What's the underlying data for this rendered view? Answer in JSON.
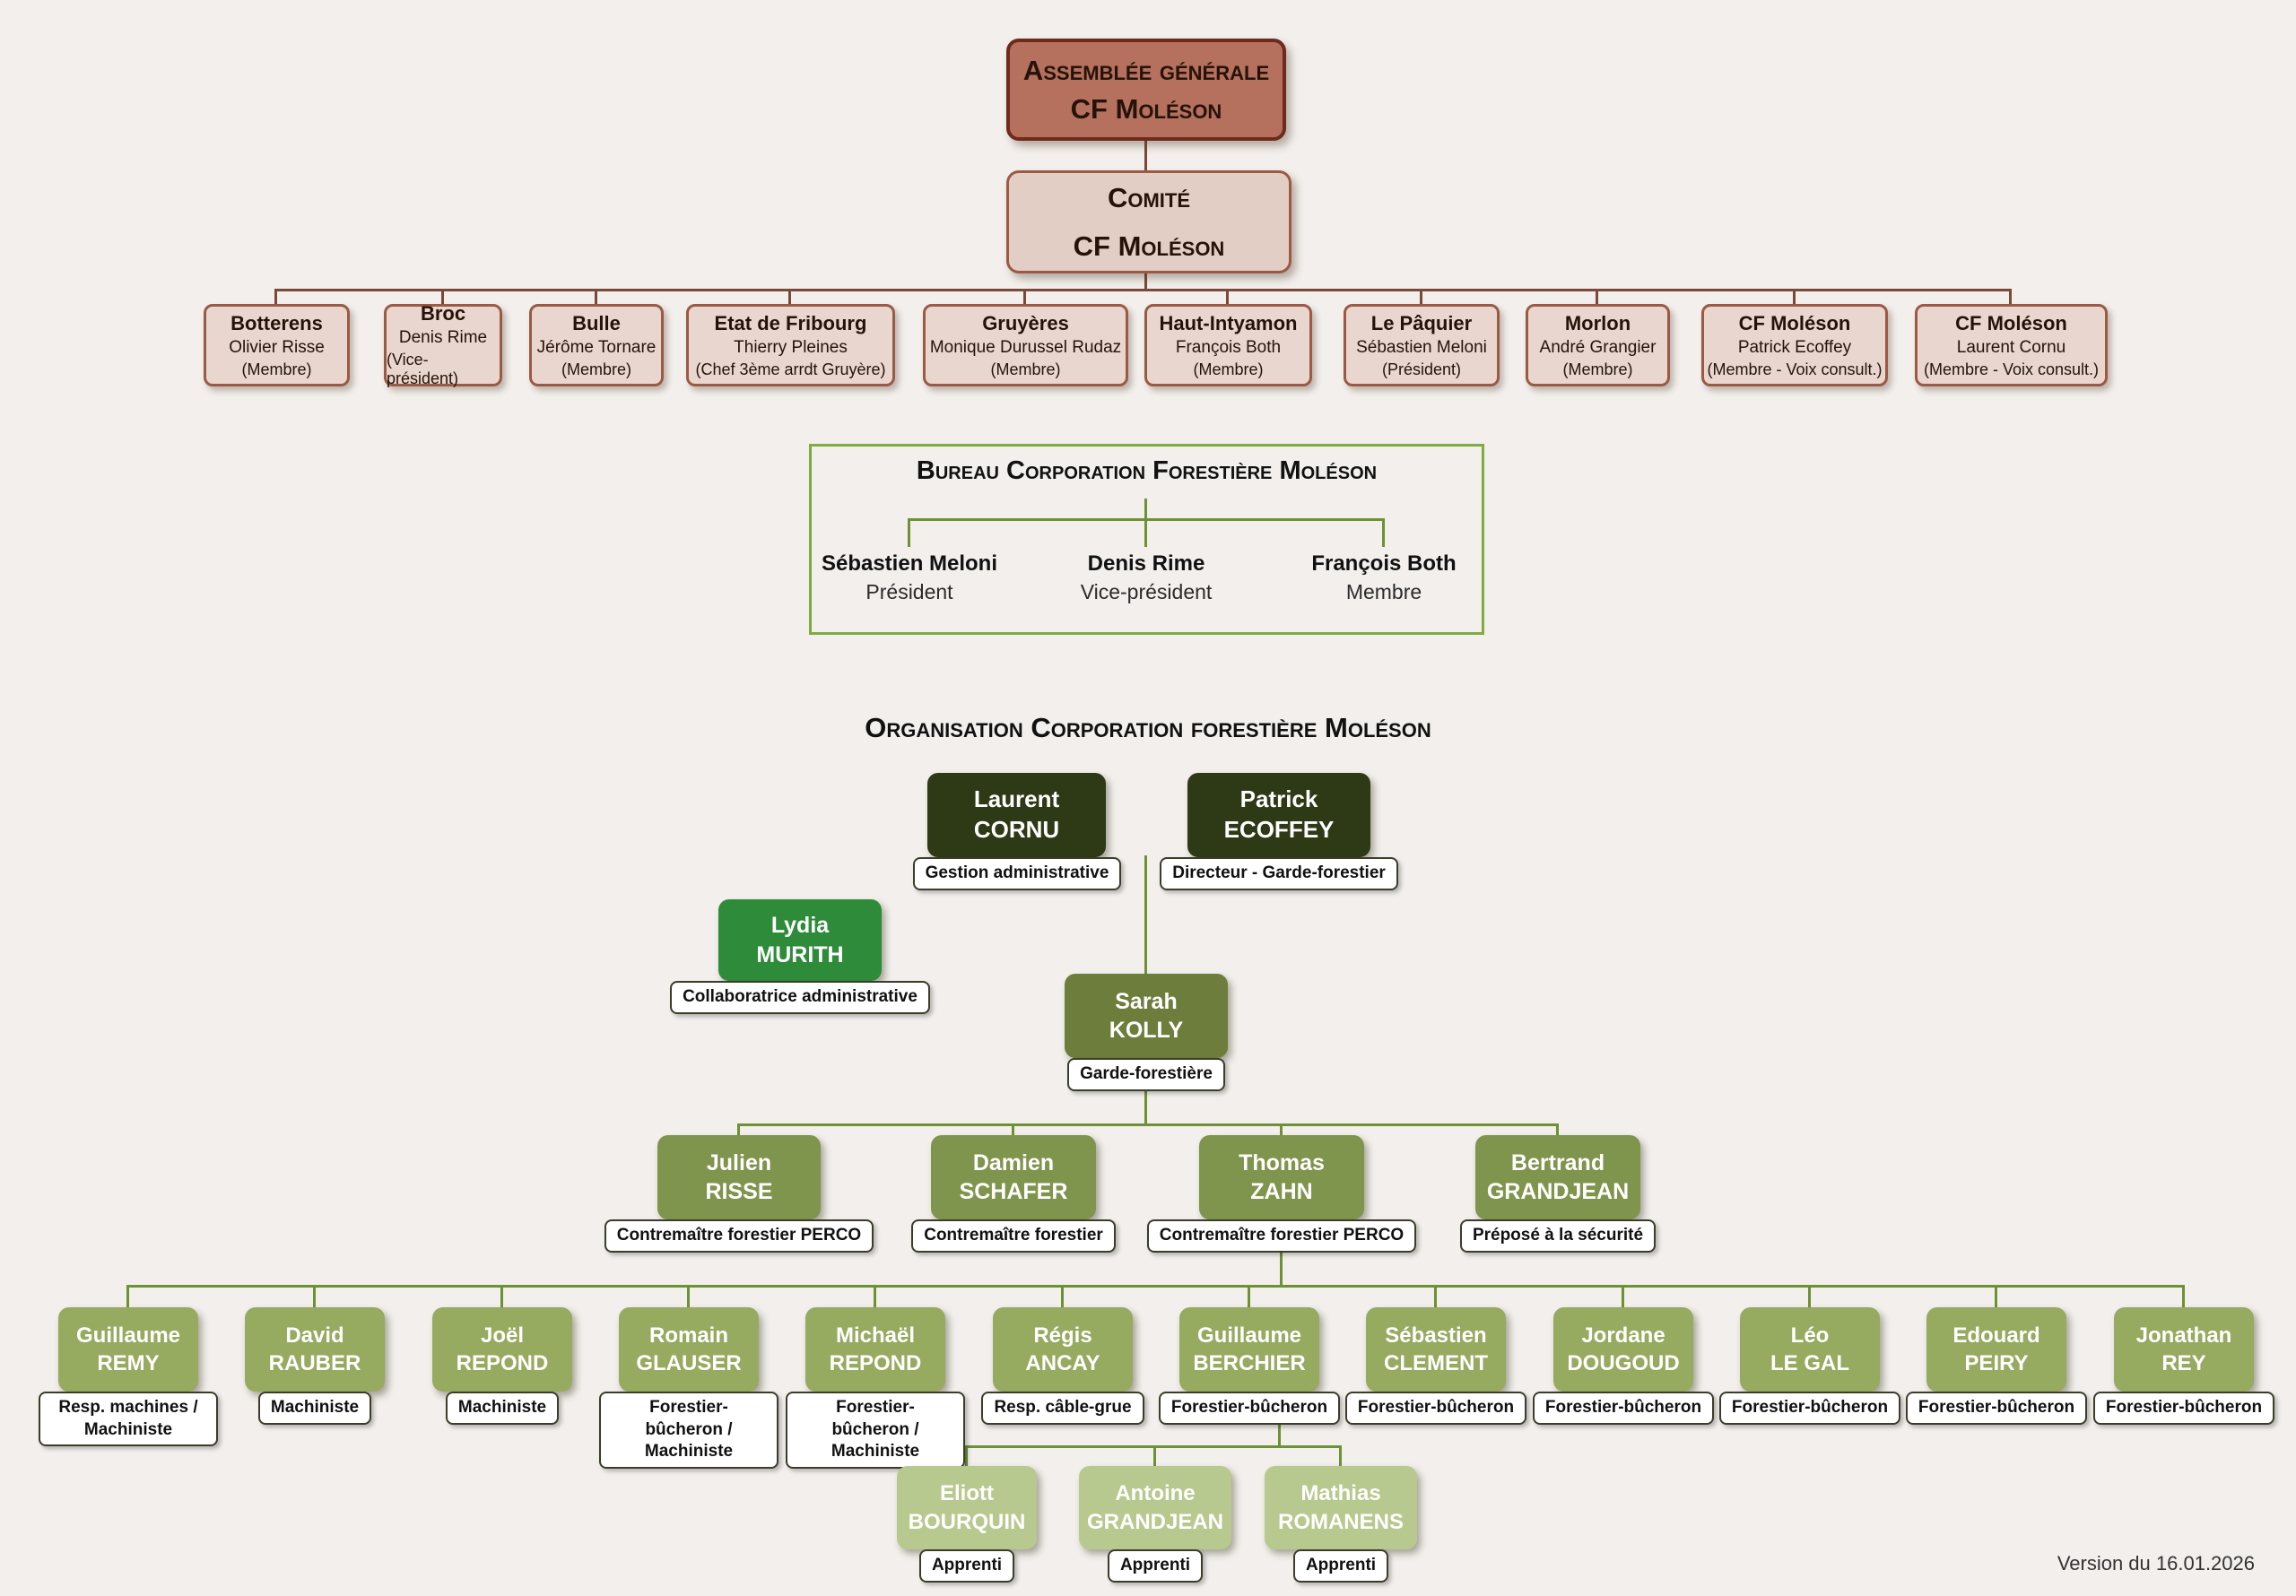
{
  "page": {
    "footer_version": "Version du 16.01.2026"
  },
  "colors": {
    "background": "#f2efec",
    "assembly_fill": "#b5705e",
    "assembly_border": "#6e2a1b",
    "comite_fill": "#e3cec6",
    "member_fill": "#e9d7cf",
    "red_brown_border": "#9a5a44",
    "brown_line": "#7b4937",
    "green_line": "#6f9135",
    "bureau_border": "#7fab40",
    "dark_green": "#2d3a15",
    "bright_green": "#2e8b39",
    "olive_green": "#6d7d3c",
    "foreman_green": "#7f944c",
    "worker_green": "#96aa60",
    "apprentice_green": "#b7c98e"
  },
  "assembly": {
    "line1": "Assemblée générale",
    "line2": "CF Moléson"
  },
  "comite": {
    "line1": "Comité",
    "line2": "CF Moléson"
  },
  "committee": {
    "members": [
      {
        "commune": "Botterens",
        "name": "Olivier Risse",
        "role": "(Membre)"
      },
      {
        "commune": "Broc",
        "name": "Denis Rime",
        "role": "(Vice-président)"
      },
      {
        "commune": "Bulle",
        "name": "Jérôme Tornare",
        "role": "(Membre)"
      },
      {
        "commune": "Etat de Fribourg",
        "name": "Thierry Pleines",
        "role": "(Chef 3ème arrdt Gruyère)"
      },
      {
        "commune": "Gruyères",
        "name": "Monique Durussel Rudaz",
        "role": "(Membre)"
      },
      {
        "commune": "Haut-Intyamon",
        "name": "François Both",
        "role": "(Membre)"
      },
      {
        "commune": "Le Pâquier",
        "name": "Sébastien Meloni",
        "role": "(Président)"
      },
      {
        "commune": "Morlon",
        "name": "André Grangier",
        "role": "(Membre)"
      },
      {
        "commune": "CF Moléson",
        "name": "Patrick Ecoffey",
        "role": "(Membre - Voix consult.)"
      },
      {
        "commune": "CF Moléson",
        "name": "Laurent Cornu",
        "role": "(Membre - Voix consult.)"
      }
    ]
  },
  "bureau": {
    "title": "Bureau Corporation Forestière Moléson",
    "members": [
      {
        "name": "Sébastien Meloni",
        "role": "Président"
      },
      {
        "name": "Denis Rime",
        "role": "Vice-président"
      },
      {
        "name": "François Both",
        "role": "Membre"
      }
    ]
  },
  "organisation": {
    "title": "Organisation Corporation forestière Moléson",
    "gestion": {
      "first": "Laurent",
      "last": "CORNU",
      "role": "Gestion administrative"
    },
    "directeur": {
      "first": "Patrick",
      "last": "ECOFFEY",
      "role": "Directeur - Garde-forestier"
    },
    "collaboratrice": {
      "first": "Lydia",
      "last": "MURITH",
      "role": "Collaboratrice administrative"
    },
    "garde": {
      "first": "Sarah",
      "last": "KOLLY",
      "role": "Garde-forestière"
    },
    "foremen": [
      {
        "first": "Julien",
        "last": "RISSE",
        "role": "Contremaître forestier PERCO"
      },
      {
        "first": "Damien",
        "last": "SCHAFER",
        "role": "Contremaître forestier"
      },
      {
        "first": "Thomas",
        "last": "ZAHN",
        "role": "Contremaître forestier PERCO"
      },
      {
        "first": "Bertrand",
        "last": "GRANDJEAN",
        "role": "Préposé à la sécurité"
      }
    ],
    "workers": [
      {
        "first": "Guillaume",
        "last": "REMY",
        "role": "Resp. machines / Machiniste"
      },
      {
        "first": "David",
        "last": "RAUBER",
        "role": "Machiniste"
      },
      {
        "first": "Joël",
        "last": "REPOND",
        "role": "Machiniste"
      },
      {
        "first": "Romain",
        "last": "GLAUSER",
        "role": "Forestier-bûcheron / Machiniste"
      },
      {
        "first": "Michaël",
        "last": "REPOND",
        "role": "Forestier-bûcheron / Machiniste"
      },
      {
        "first": "Régis",
        "last": "ANCAY",
        "role": "Resp. câble-grue"
      },
      {
        "first": "Guillaume",
        "last": "BERCHIER",
        "role": "Forestier-bûcheron"
      },
      {
        "first": "Sébastien",
        "last": "CLEMENT",
        "role": "Forestier-bûcheron"
      },
      {
        "first": "Jordane",
        "last": "DOUGOUD",
        "role": "Forestier-bûcheron"
      },
      {
        "first": "Léo",
        "last": "LE GAL",
        "role": "Forestier-bûcheron"
      },
      {
        "first": "Edouard",
        "last": "PEIRY",
        "role": "Forestier-bûcheron"
      },
      {
        "first": "Jonathan",
        "last": "REY",
        "role": "Forestier-bûcheron"
      }
    ],
    "apprentices": [
      {
        "first": "Eliott",
        "last": "BOURQUIN",
        "role": "Apprenti"
      },
      {
        "first": "Antoine",
        "last": "GRANDJEAN",
        "role": "Apprenti"
      },
      {
        "first": "Mathias",
        "last": "ROMANENS",
        "role": "Apprenti"
      }
    ]
  }
}
